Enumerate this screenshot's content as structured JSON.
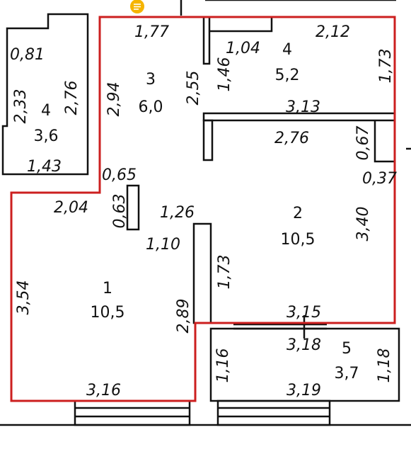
{
  "colors": {
    "outline": "#cc1f1f",
    "walls": "#111111",
    "badge": "#f5b400"
  },
  "badge_icon": "menu-lines-icon",
  "rooms": [
    {
      "id": "r1",
      "number": "1",
      "area": "10,5"
    },
    {
      "id": "r2",
      "number": "2",
      "area": "10,5"
    },
    {
      "id": "r3",
      "number": "3",
      "area": "6,0"
    },
    {
      "id": "r4a",
      "number": "4",
      "area": "5,2"
    },
    {
      "id": "r4b",
      "number": "4",
      "area": "3,6"
    },
    {
      "id": "r5",
      "number": "5",
      "area": "3,7"
    }
  ],
  "dimensions": {
    "d081": "0,81",
    "d233": "2,33",
    "d276a": "2,76",
    "d143": "1,43",
    "d177": "1,77",
    "d294": "2,94",
    "d255": "2,55",
    "d104": "1,04",
    "d146": "1,46",
    "d212": "2,12",
    "d173a": "1,73",
    "d313": "3,13",
    "d276b": "2,76",
    "d067": "0,67",
    "d037": "0,37",
    "d065": "0,65",
    "d063": "0,63",
    "d204": "2,04",
    "d126": "1,26",
    "d110": "1,10",
    "d173b": "1,73",
    "d340": "3,40",
    "d354": "3,54",
    "d289": "2,89",
    "d315": "3,15",
    "d318": "3,18",
    "d316": "3,16",
    "d116": "1,16",
    "d319": "3,19",
    "d118": "1,18"
  }
}
